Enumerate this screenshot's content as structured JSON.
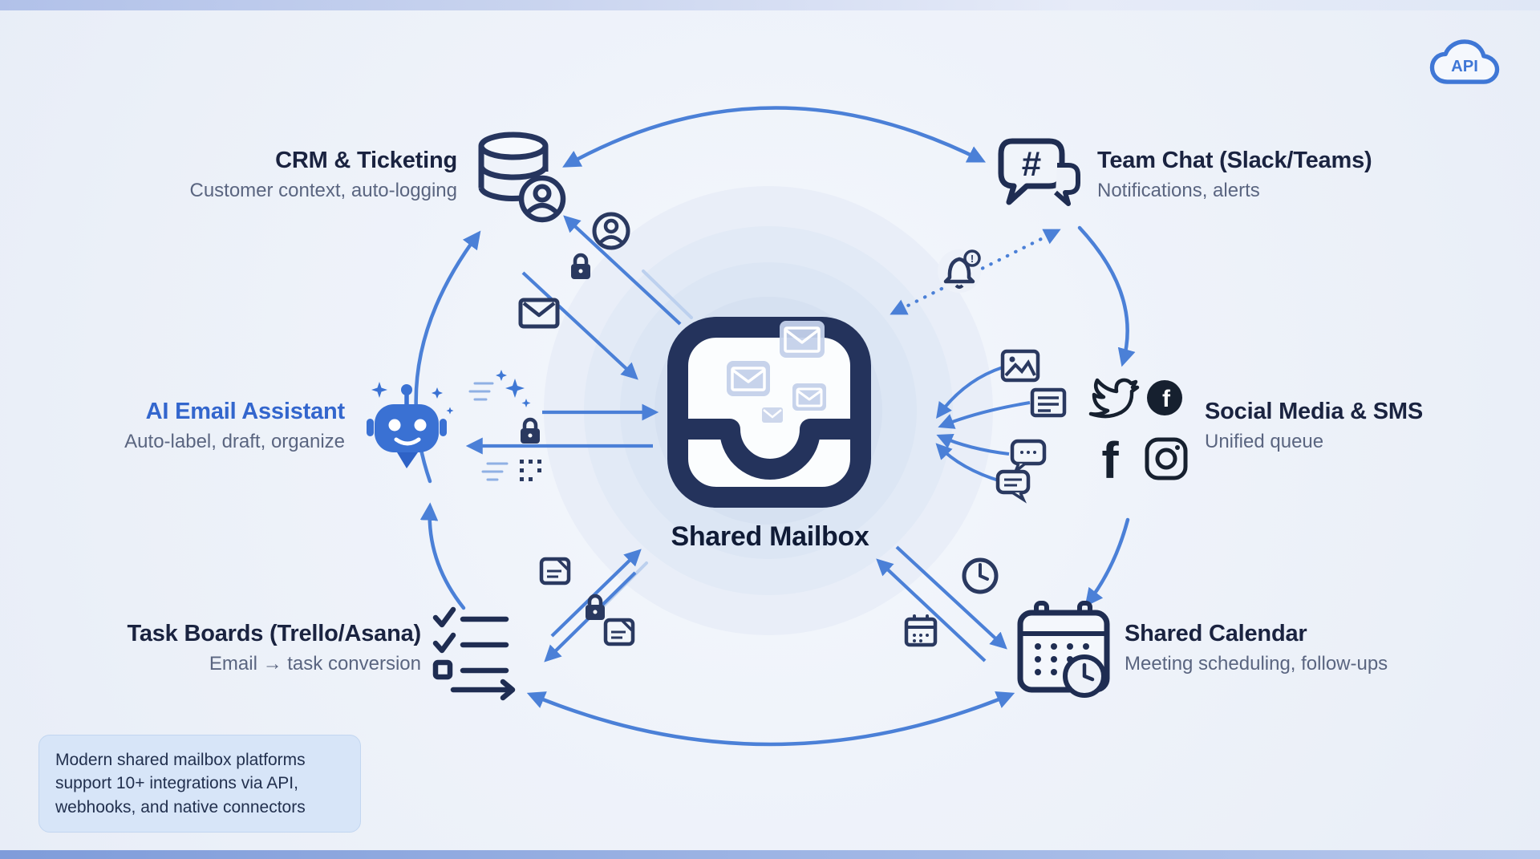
{
  "header": {
    "api_badge": "API"
  },
  "center": {
    "title": "Shared Mailbox"
  },
  "nodes": {
    "crm": {
      "title": "CRM & Ticketing",
      "subtitle": "Customer context, auto-logging"
    },
    "team_chat": {
      "title": "Team Chat (Slack/Teams)",
      "subtitle": "Notifications, alerts"
    },
    "ai_assistant": {
      "title": "AI Email Assistant",
      "subtitle": "Auto-label, draft, organize"
    },
    "social": {
      "title": "Social Media & SMS",
      "subtitle": "Unified queue"
    },
    "task_boards": {
      "title": "Task Boards (Trello/Asana)",
      "subtitle": "Email → task conversion"
    },
    "calendar": {
      "title": "Shared Calendar",
      "subtitle": "Meeting scheduling, follow-ups"
    }
  },
  "glyphs": {
    "hash": "#",
    "facebook_f": "f",
    "alert": "!"
  },
  "note": {
    "text": "Modern shared mailbox platforms support 10+ integrations via API, webhooks, and native connectors"
  },
  "colors": {
    "background": "#eff3fa",
    "arrow_blue": "#4b80d7",
    "title_dark": "#1a2340",
    "subtitle_gray": "#5a6580",
    "ai_accent": "#3366cd",
    "navy_icon": "#24335c",
    "robot_blue": "#3a71d3",
    "note_bg": "#d7e5f8"
  }
}
